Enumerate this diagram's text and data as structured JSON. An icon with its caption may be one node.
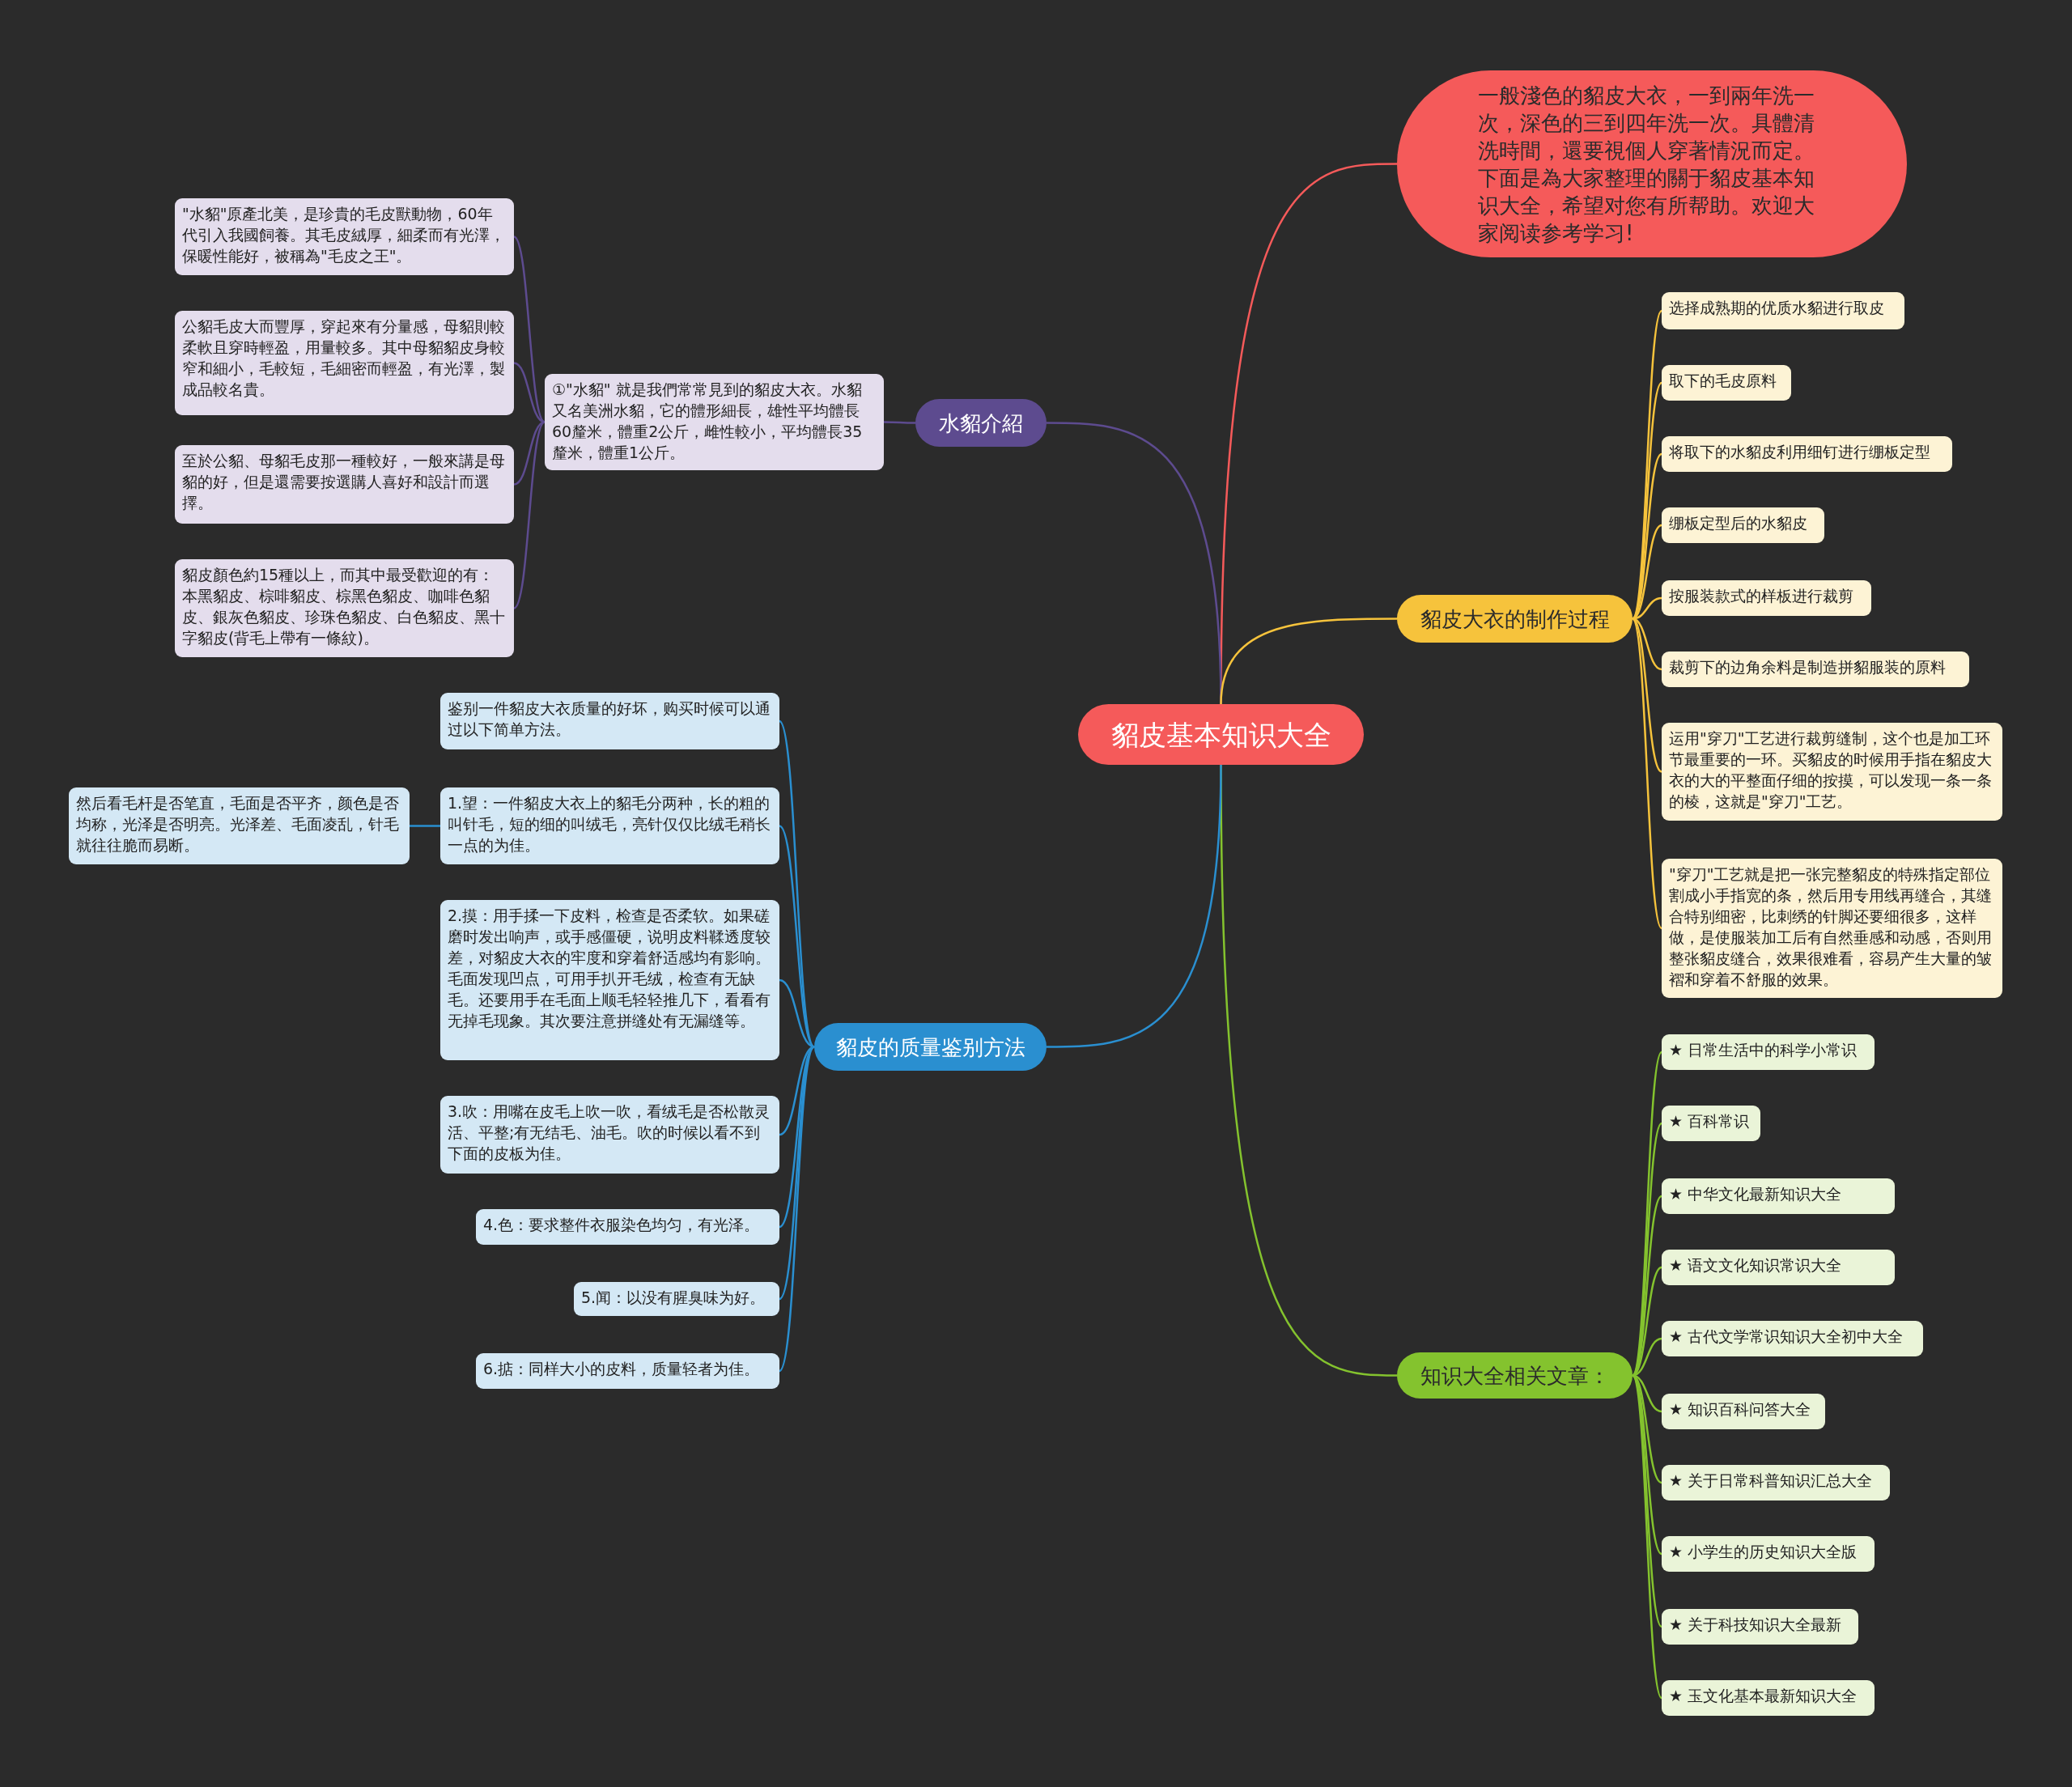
{
  "diagram": {
    "nodes": [
      {
        "text": [
          "貂皮基本知识大全"
        ]
      },
      {
        "text": [
          "一般淺色的貂皮大衣，一到兩年洗一次，深色的三到四年洗一次。具體清洗時間，還要視個人穿著情況而定。下面是為大家整理的關于貂皮基本知识大全，希望对您有所帮助。欢迎大家阅读参考学习!"
        ]
      },
      {
        "text": [
          "水貂介紹"
        ]
      },
      {
        "text": [
          "①\"水貂\" 就是我們常常見到的貂皮大衣。水貂又名美洲水貂，它的體形細長，雄性平均體長60釐米，體重2公斤，雌性較小，平均體長35釐米，體重1公斤。"
        ]
      },
      {
        "text": [
          "\"水貂\"原產北美，是珍貴的毛皮獸動物，60年代引入我國飼養。其毛皮絨厚，細柔而有光澤，保暖性能好，被稱為\"毛皮之王\"。"
        ]
      },
      {
        "text": [
          "公貂毛皮大而豐厚，穿起來有分量感，母貂則較柔軟且穿時輕盈，用量較多。其中母貂貂皮身較窄和細小，毛較短，毛細密而輕盈，有光澤，製成品較名貴。"
        ]
      },
      {
        "text": [
          "至於公貂、母貂毛皮那一種較好，一般來講是母貂的好，但是還需要按選購人喜好和設計而選擇。"
        ]
      },
      {
        "text": [
          "貂皮顏色約15種以上，而其中最受歡迎的有：本黑貂皮、棕啡貂皮、棕黑色貂皮、咖啡色貂皮、銀灰色貂皮、珍珠色貂皮、白色貂皮、黑十字貂皮(背毛上帶有一條紋)。"
        ]
      },
      {
        "text": [
          "貂皮大衣的制作过程"
        ]
      },
      {
        "text": [
          "选择成熟期的优质水貂进行取皮"
        ]
      },
      {
        "text": [
          "取下的毛皮原料"
        ]
      },
      {
        "text": [
          "将取下的水貂皮利用细钉进行绷板定型"
        ]
      },
      {
        "text": [
          "绷板定型后的水貂皮"
        ]
      },
      {
        "text": [
          "按服装款式的样板进行裁剪"
        ]
      },
      {
        "text": [
          "裁剪下的边角余料是制造拼貂服装的原料"
        ]
      },
      {
        "text": [
          "运用\"穿刀\"工艺进行裁剪缝制，这个也是加工环节最重要的一环。买貂皮的时候用手指在貂皮大衣的大的平整面仔细的按摸，可以发现一条一条的棱，这就是\"穿刀\"工艺。"
        ]
      },
      {
        "text": [
          "\"穿刀\"工艺就是把一张完整貂皮的特殊指定部位割成小手指宽的条，然后用专用线再缝合，其缝合特别细密，比刺绣的针脚还要细很多，这样做，是使服装加工后有自然垂感和动感，否则用整张貂皮缝合，效果很难看，容易产生大量的皱褶和穿着不舒服的效果。"
        ]
      },
      {
        "text": [
          "知识大全相关文章："
        ]
      },
      {
        "text": [
          "★ 日常生活中的科学小常识"
        ]
      },
      {
        "text": [
          "★ 百科常识"
        ]
      },
      {
        "text": [
          "★ 中华文化最新知识大全"
        ]
      },
      {
        "text": [
          "★ 语文文化知识常识大全"
        ]
      },
      {
        "text": [
          "★ 古代文学常识知识大全初中大全"
        ]
      },
      {
        "text": [
          "★ 知识百科问答大全"
        ]
      },
      {
        "text": [
          "★ 关于日常科普知识汇总大全"
        ]
      },
      {
        "text": [
          "★ 小学生的历史知识大全版"
        ]
      },
      {
        "text": [
          "★ 关于科技知识大全最新"
        ]
      },
      {
        "text": [
          "★ 玉文化基本最新知识大全"
        ]
      },
      {
        "text": [
          "貂皮的质量鉴别方法"
        ]
      },
      {
        "text": [
          "鉴别一件貂皮大衣质量的好坏，购买时候可以通过以下简单方法。"
        ]
      },
      {
        "text": [
          "1.望：一件貂皮大衣上的貂毛分两种，长的粗的叫针毛，短的细的叫绒毛，亮针仅仅比绒毛稍长一点的为佳。"
        ]
      },
      {
        "text": [
          "然后看毛杆是否笔直，毛面是否平齐，颜色是否均称，光泽是否明亮。光泽差、毛面凌乱，针毛就往往脆而易断。"
        ]
      },
      {
        "text": [
          "2.摸：用手揉一下皮料，检查是否柔软。如果磋磨时发出响声，或手感僵硬，说明皮料鞣透度较差，对貂皮大衣的牢度和穿着舒适感均有影响。毛面发现凹点，可用手扒开毛绒，检查有无缺毛。还要用手在毛面上顺毛轻轻推几下，看看有无掉毛现象。其次要注意拼缝处有无漏缝等。"
        ]
      },
      {
        "text": [
          "3.吹：用嘴在皮毛上吹一吹，看绒毛是否松散灵活、平整;有无结毛、油毛。吹的时候以看不到下面的皮板为佳。"
        ]
      },
      {
        "text": [
          "4.色：要求整件衣服染色均匀，有光泽。"
        ]
      },
      {
        "text": [
          "5.闻：以没有腥臭味为好。"
        ]
      },
      {
        "text": [
          "6.掂：同样大小的皮料，质量轻者为佳。"
        ]
      }
    ],
    "edges": [
      {
        "from": 0,
        "to": 1,
        "arrow": "none",
        "color": "#f55a5a"
      },
      {
        "from": 0,
        "to": 2,
        "arrow": "none",
        "color": "#5d4b8f"
      },
      {
        "from": 2,
        "to": 3,
        "arrow": "none",
        "color": "#5d4b8f"
      },
      {
        "from": 3,
        "to": 4,
        "arrow": "none",
        "color": "#5d4b8f"
      },
      {
        "from": 3,
        "to": 5,
        "arrow": "none",
        "color": "#5d4b8f"
      },
      {
        "from": 3,
        "to": 6,
        "arrow": "none",
        "color": "#5d4b8f"
      },
      {
        "from": 3,
        "to": 7,
        "arrow": "none",
        "color": "#5d4b8f"
      },
      {
        "from": 0,
        "to": 8,
        "arrow": "none",
        "color": "#f6c33c"
      },
      {
        "from": 8,
        "to": 9,
        "arrow": "none",
        "color": "#f6c33c"
      },
      {
        "from": 8,
        "to": 10,
        "arrow": "none",
        "color": "#f6c33c"
      },
      {
        "from": 8,
        "to": 11,
        "arrow": "none",
        "color": "#f6c33c"
      },
      {
        "from": 8,
        "to": 12,
        "arrow": "none",
        "color": "#f6c33c"
      },
      {
        "from": 8,
        "to": 13,
        "arrow": "none",
        "color": "#f6c33c"
      },
      {
        "from": 8,
        "to": 14,
        "arrow": "none",
        "color": "#f6c33c"
      },
      {
        "from": 8,
        "to": 15,
        "arrow": "none",
        "color": "#f6c33c"
      },
      {
        "from": 8,
        "to": 16,
        "arrow": "none",
        "color": "#f6c33c"
      },
      {
        "from": 0,
        "to": 17,
        "arrow": "none",
        "color": "#84c32e"
      },
      {
        "from": 17,
        "to": 18,
        "arrow": "none",
        "color": "#84c32e"
      },
      {
        "from": 17,
        "to": 19,
        "arrow": "none",
        "color": "#84c32e"
      },
      {
        "from": 17,
        "to": 20,
        "arrow": "none",
        "color": "#84c32e"
      },
      {
        "from": 17,
        "to": 21,
        "arrow": "none",
        "color": "#84c32e"
      },
      {
        "from": 17,
        "to": 22,
        "arrow": "none",
        "color": "#84c32e"
      },
      {
        "from": 17,
        "to": 23,
        "arrow": "none",
        "color": "#84c32e"
      },
      {
        "from": 17,
        "to": 24,
        "arrow": "none",
        "color": "#84c32e"
      },
      {
        "from": 17,
        "to": 25,
        "arrow": "none",
        "color": "#84c32e"
      },
      {
        "from": 17,
        "to": 26,
        "arrow": "none",
        "color": "#84c32e"
      },
      {
        "from": 17,
        "to": 27,
        "arrow": "none",
        "color": "#84c32e"
      },
      {
        "from": 0,
        "to": 28,
        "arrow": "none",
        "color": "#2a8fd0"
      },
      {
        "from": 28,
        "to": 29,
        "arrow": "none",
        "color": "#2a8fd0"
      },
      {
        "from": 28,
        "to": 30,
        "arrow": "none",
        "color": "#2a8fd0"
      },
      {
        "from": 30,
        "to": 31,
        "arrow": "none",
        "color": "#2a8fd0"
      },
      {
        "from": 28,
        "to": 32,
        "arrow": "none",
        "color": "#2a8fd0"
      },
      {
        "from": 28,
        "to": 33,
        "arrow": "none",
        "color": "#2a8fd0"
      },
      {
        "from": 28,
        "to": 34,
        "arrow": "none",
        "color": "#2a8fd0"
      },
      {
        "from": 28,
        "to": 35,
        "arrow": "none",
        "color": "#2a8fd0"
      },
      {
        "from": 28,
        "to": 36,
        "arrow": "none",
        "color": "#2a8fd0"
      }
    ]
  }
}
